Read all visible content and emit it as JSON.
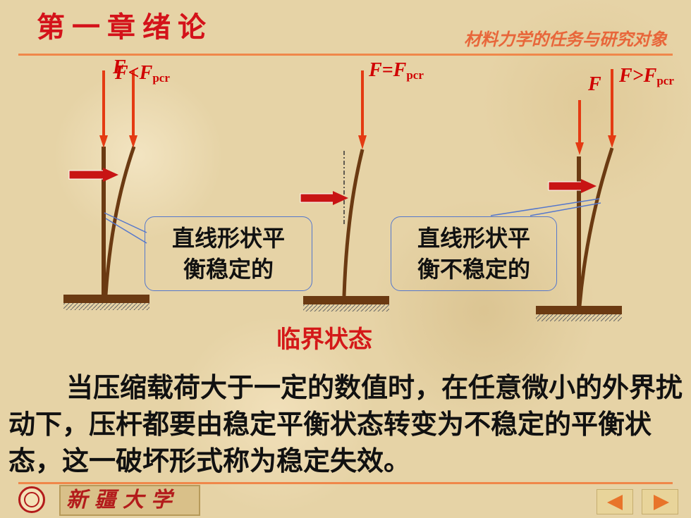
{
  "header": {
    "chapter_title": "第一章绪论",
    "subtitle": "材料力学的任务与研究对象"
  },
  "diagram": {
    "left": {
      "label_f": "F",
      "label_cond": "F<F",
      "label_sub": "pcr",
      "callout_line1": "直线形状平",
      "callout_line2": "衡稳定的"
    },
    "middle": {
      "label_cond": "F=F",
      "label_sub": "pcr"
    },
    "right": {
      "label_f": "F",
      "label_cond": "F>F",
      "label_sub": "pcr",
      "callout_line1": "直线形状平",
      "callout_line2": "衡不稳定的"
    },
    "critical_label": "临界状态"
  },
  "paragraph": "当压缩载荷大于一定的数值时，在任意微小的外界扰动下，压杆都要由稳定平衡状态转变为不稳定的平衡状态，这一破坏形式称为稳定失效。",
  "footer": {
    "university": "新疆大学",
    "logo": "university-seal-icon",
    "prev_icon": "prev-triangle-icon",
    "next_icon": "next-triangle-icon"
  },
  "colors": {
    "title_red": "#d4121a",
    "accent_orange": "#f0874a",
    "column_brown": "#6b3a12",
    "arrow_red": "#c81414"
  }
}
